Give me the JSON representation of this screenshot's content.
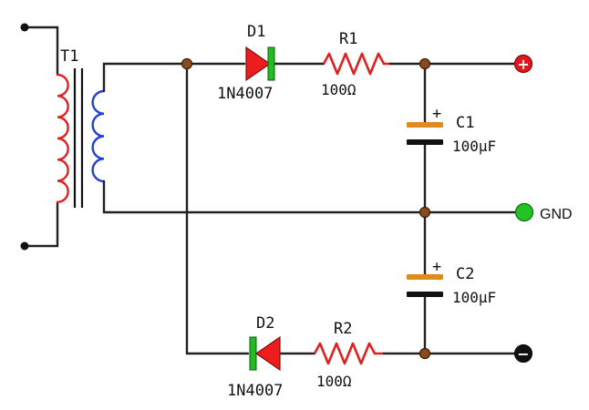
{
  "title": "",
  "transformer": {
    "label": "T1"
  },
  "diode_top": {
    "name": "D1",
    "part": "1N4007"
  },
  "diode_bottom": {
    "name": "D2",
    "part": "1N4007"
  },
  "resistor_top": {
    "name": "R1",
    "value": "100Ω"
  },
  "resistor_bottom": {
    "name": "R2",
    "value": "100Ω"
  },
  "capacitor_top": {
    "name": "C1",
    "value": "100µF",
    "polarity": "+"
  },
  "capacitor_bottom": {
    "name": "C2",
    "value": "100µF",
    "polarity": "+"
  },
  "terminals": {
    "positive": {
      "symbol": "+",
      "color": "#e8141e"
    },
    "ground": {
      "label": "GND",
      "color": "#22c322"
    },
    "negative": {
      "symbol": "−",
      "color": "#111111"
    }
  },
  "colors": {
    "primary_coil": "#e02020",
    "secondary_coil": "#2040d8",
    "diode_body": "#ee1c1c",
    "diode_band": "#22bb22",
    "resistor": "#e02020",
    "capacitor_plate_positive": "#e08a1e",
    "capacitor_plate_negative": "#111111",
    "junction": "#8a4a1c"
  }
}
